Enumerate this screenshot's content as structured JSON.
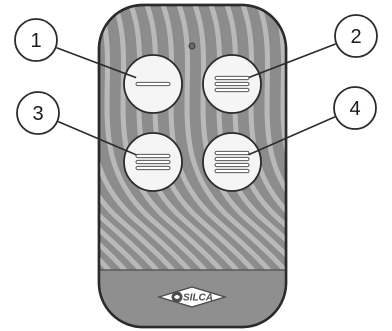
{
  "diagram": {
    "brand": {
      "text": "SILCA",
      "icon": "silca-logo-icon"
    },
    "buttons": [
      {
        "callout": "1",
        "stripes": 1
      },
      {
        "callout": "2",
        "stripes": 3
      },
      {
        "callout": "3",
        "stripes": 3
      },
      {
        "callout": "4",
        "stripes": 4
      }
    ],
    "colors": {
      "body": "#8c8c8c",
      "body_light": "#c8c8c8",
      "buttons": "#f5f5f5",
      "outline": "#2b2b2b",
      "callout_fill": "#ffffff"
    }
  }
}
